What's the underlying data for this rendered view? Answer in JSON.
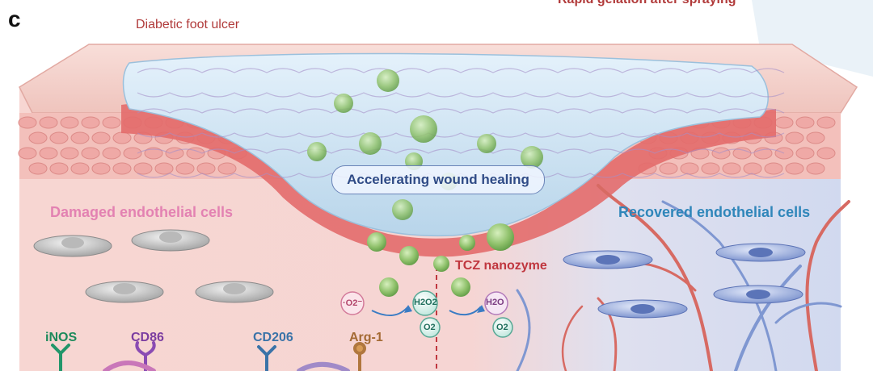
{
  "figure": {
    "panel_letter": "c",
    "title_top_right": "Rapid gelation after spraying",
    "wound_label": "Diabetic foot ulcer",
    "process_label": "Accelerating wound healing",
    "damaged_label": "Damaged endothelial cells",
    "recovered_label": "Recovered endothelial cells",
    "nanozyme_label": "TCZ nanozyme",
    "markers": {
      "inos": "iNOS",
      "cd86": "CD86",
      "cd206": "CD206",
      "arg1": "Arg-1"
    },
    "reaction": {
      "superoxide": "·O2⁻",
      "h2o2": "H2O2",
      "o2_a": "O2",
      "h2o": "H2O",
      "o2_b": "O2"
    }
  },
  "colors": {
    "skin_top": "#f3c9c3",
    "dermis_pink": "#f8dcd8",
    "fat_cells": "#efa9a6",
    "gel_blue": "#cfe4f3",
    "nanozyme_green": "#8fc16b",
    "recovered_bg": "#d7def0",
    "vessel_red": "#d76a63",
    "vessel_blue": "#7f97d1"
  }
}
